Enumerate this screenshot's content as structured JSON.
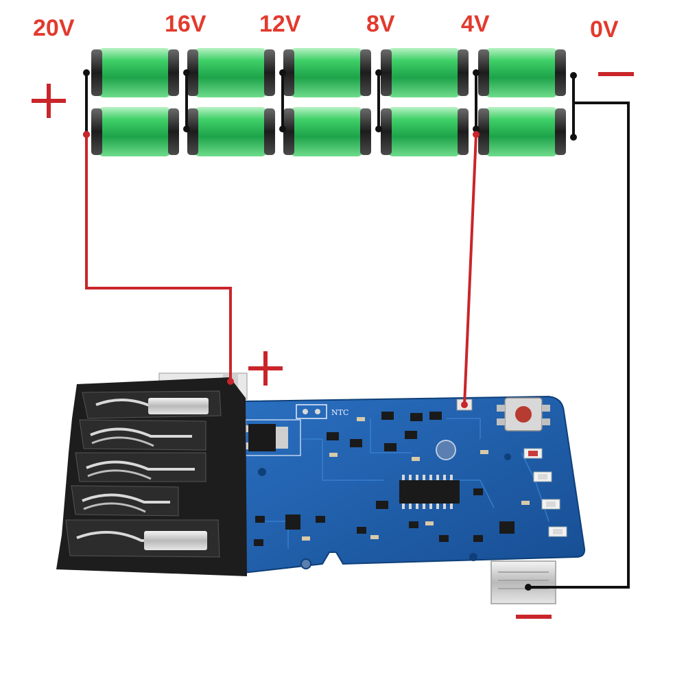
{
  "voltage_labels": [
    "20V",
    "16V",
    "12V",
    "8V",
    "4V",
    "0V"
  ],
  "pcb": {
    "ntc_label": "NTC"
  },
  "colors": {
    "cell_green": "#2fbf55",
    "cell_cap": "#2a2a2a",
    "label_red": "#e23a2e",
    "wire_red": "#c9252a",
    "wire_black": "#111111",
    "pcb_blue": "#1f5fa8",
    "connector_black": "#1d1d1d"
  },
  "icons": [
    "plus-sign",
    "minus-sign",
    "battery-cell",
    "pcb-board",
    "terminal-connector",
    "push-button",
    "led",
    "ic-chip"
  ]
}
